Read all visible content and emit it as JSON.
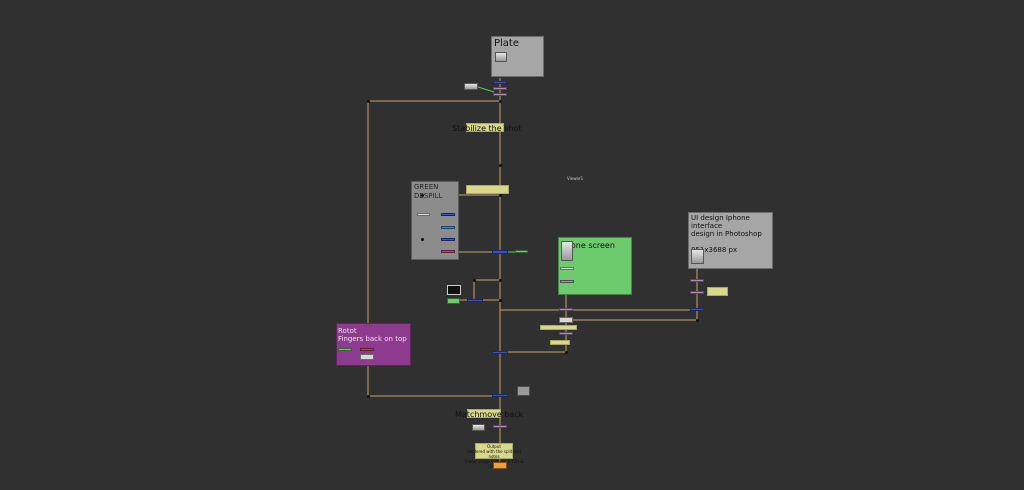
{
  "backdrops": {
    "plate": "Plate",
    "green_despill": "GREEN DESPILL",
    "phone_screen": "Phone screen",
    "ui_design": "UI design Iphone interface\ndesign in Photoshop\n\n851x3688 px",
    "rotot": "Rotot\nFingers back on top"
  },
  "sticky": {
    "stabilize": "Stabilize the shot",
    "matchmove": "Matchmove back",
    "output": "Output\nrendered with the split and notes\nframe range number 1-100 & 24fps"
  },
  "labels": {
    "viewer": "Viewer1"
  },
  "colors": {
    "canvas": "#303030",
    "plate_backdrop": "#a6a6a6",
    "despill_backdrop": "#8c8c8c",
    "phone_backdrop": "#6dcb6d",
    "ui_backdrop": "#a6a6a6",
    "rotot_backdrop": "#8e3a8e",
    "wire": "#c9a36a",
    "merge_node": "#3a4fc8",
    "transform_node": "#b38ab8",
    "sticky": "#d8d88a",
    "write_node": "#f0a030",
    "grade_node": "#6ccd6c"
  }
}
